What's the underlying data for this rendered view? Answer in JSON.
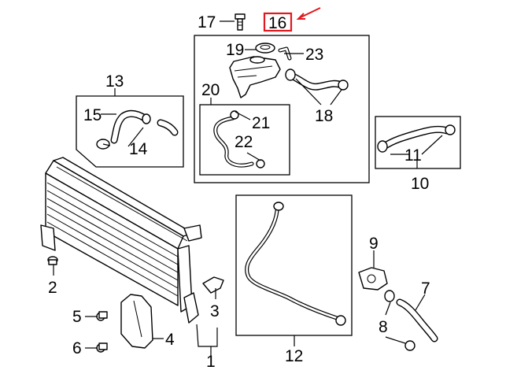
{
  "callouts": [
    {
      "id": "17",
      "text": "17"
    },
    {
      "id": "16",
      "text": "16"
    },
    {
      "id": "19",
      "text": "19"
    },
    {
      "id": "23",
      "text": "23"
    },
    {
      "id": "13",
      "text": "13"
    },
    {
      "id": "20",
      "text": "20"
    },
    {
      "id": "15",
      "text": "15"
    },
    {
      "id": "21",
      "text": "21"
    },
    {
      "id": "18",
      "text": "18"
    },
    {
      "id": "22",
      "text": "22"
    },
    {
      "id": "14",
      "text": "14"
    },
    {
      "id": "11",
      "text": "11"
    },
    {
      "id": "10",
      "text": "10"
    },
    {
      "id": "9",
      "text": "9"
    },
    {
      "id": "2",
      "text": "2"
    },
    {
      "id": "7",
      "text": "7"
    },
    {
      "id": "3",
      "text": "3"
    },
    {
      "id": "5",
      "text": "5"
    },
    {
      "id": "8",
      "text": "8"
    },
    {
      "id": "4",
      "text": "4"
    },
    {
      "id": "6",
      "text": "6"
    },
    {
      "id": "12",
      "text": "12"
    },
    {
      "id": "1",
      "text": "1"
    }
  ],
  "highlight": {
    "part": "16",
    "color": "#e0191f"
  },
  "colors": {
    "line": "#000000",
    "background": "#ffffff",
    "accent": "#e0191f"
  }
}
